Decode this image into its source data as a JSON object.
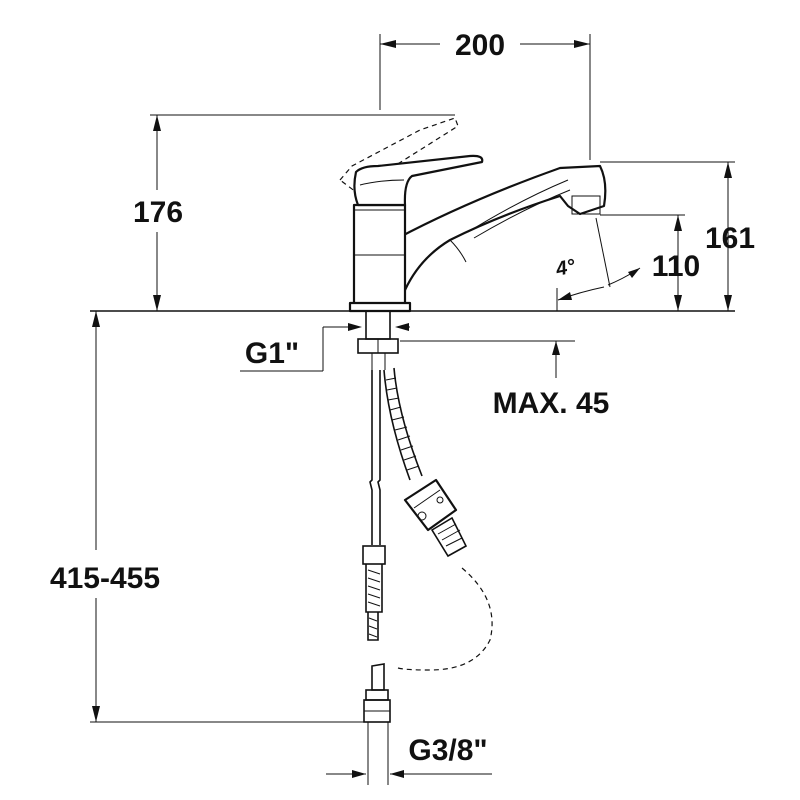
{
  "dimensions": {
    "width_top": "200",
    "height_lever": "176",
    "height_spout": "161",
    "height_outlet": "110",
    "angle": "4°",
    "thread_top": "G1\"",
    "max_thickness": "MAX. 45",
    "below_deck": "415-455",
    "thread_bottom": "G3/8\""
  },
  "colors": {
    "line": "#111111",
    "background": "#ffffff"
  }
}
